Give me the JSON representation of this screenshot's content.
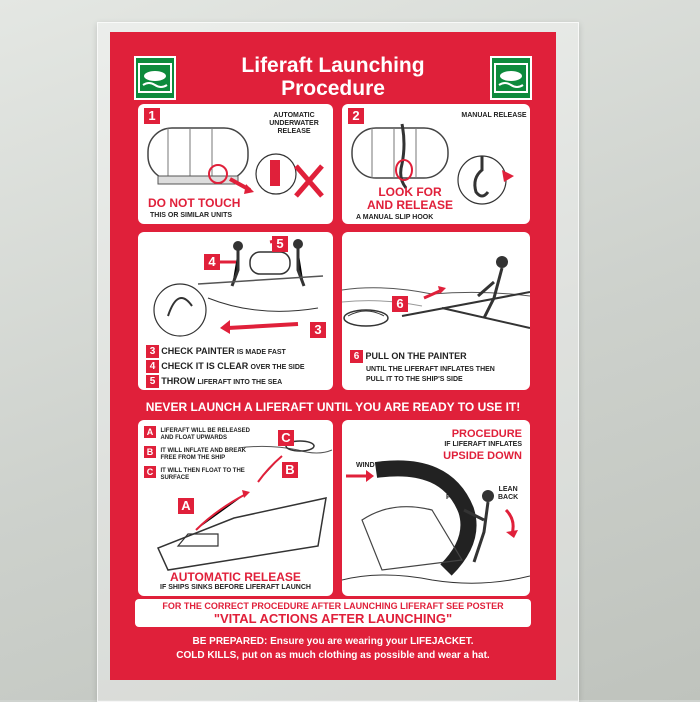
{
  "title_line1": "Liferaft Launching",
  "title_line2": "Procedure",
  "icons": {
    "left_logo": "liferaft-sign-icon",
    "right_logo": "liferaft-sign-icon"
  },
  "colors": {
    "poster_red": "#e0203a",
    "logo_green": "#0d8a3c"
  },
  "panel1": {
    "number": "1",
    "label_right": "AUTOMATIC UNDERWATER RELEASE",
    "heading": "DO NOT TOUCH",
    "sub": "THIS OR SIMILAR UNITS"
  },
  "panel2": {
    "number": "2",
    "label_right": "MANUAL RELEASE",
    "heading_line1": "LOOK FOR",
    "heading_line2": "AND RELEASE",
    "sub": "A MANUAL SLIP HOOK"
  },
  "panel3": {
    "numbers": [
      "4",
      "5",
      "3"
    ],
    "steps": [
      {
        "n": "3",
        "big": "CHECK PAINTER",
        "small": "IS MADE FAST"
      },
      {
        "n": "4",
        "big": "CHECK IT IS CLEAR",
        "small": "OVER THE SIDE"
      },
      {
        "n": "5",
        "big": "THROW",
        "small": "LIFERAFT INTO THE SEA"
      }
    ]
  },
  "panel4": {
    "number": "6",
    "step_n": "6",
    "heading": "PULL ON THE PAINTER",
    "line1": "UNTIL THE LIFERAFT INFLATES THEN",
    "line2": "PULL IT TO THE SHIP'S SIDE"
  },
  "warning": "NEVER LAUNCH A LIFERAFT UNTIL YOU ARE READY TO USE IT!",
  "panel5": {
    "items": [
      {
        "letter": "A",
        "text1": "LIFERAFT WILL BE RELEASED",
        "text2": "AND FLOAT UPWARDS"
      },
      {
        "letter": "B",
        "text1": "IT WILL INFLATE AND BREAK",
        "text2": "FREE FROM THE SHIP"
      },
      {
        "letter": "C",
        "text1": "IT WILL THEN FLOAT TO THE",
        "text2": "SURFACE"
      }
    ],
    "markers": [
      "C",
      "B",
      "A"
    ],
    "heading": "AUTOMATIC RELEASE",
    "sub": "IF SHIPS SINKS BEFORE LIFERAFT LAUNCH"
  },
  "panel6": {
    "heading1": "PROCEDURE",
    "sub": "IF LIFERAFT INFLATES",
    "heading2": "UPSIDE DOWN",
    "wind": "WIND",
    "pull": "PULL",
    "lean1": "LEAN",
    "lean2": "BACK"
  },
  "bottom": {
    "line1": "FOR THE CORRECT PROCEDURE AFTER LAUNCHING LIFERAFT SEE POSTER",
    "line2": "\"VITAL ACTIONS AFTER LAUNCHING\""
  },
  "footer": {
    "p1_bold": "BE PREPARED:",
    "p1_rest": " Ensure you are wearing your ",
    "p1_end": "LIFEJACKET.",
    "p2_bold": "COLD KILLS,",
    "p2_rest": " put on as much clothing as possible and wear a hat."
  }
}
